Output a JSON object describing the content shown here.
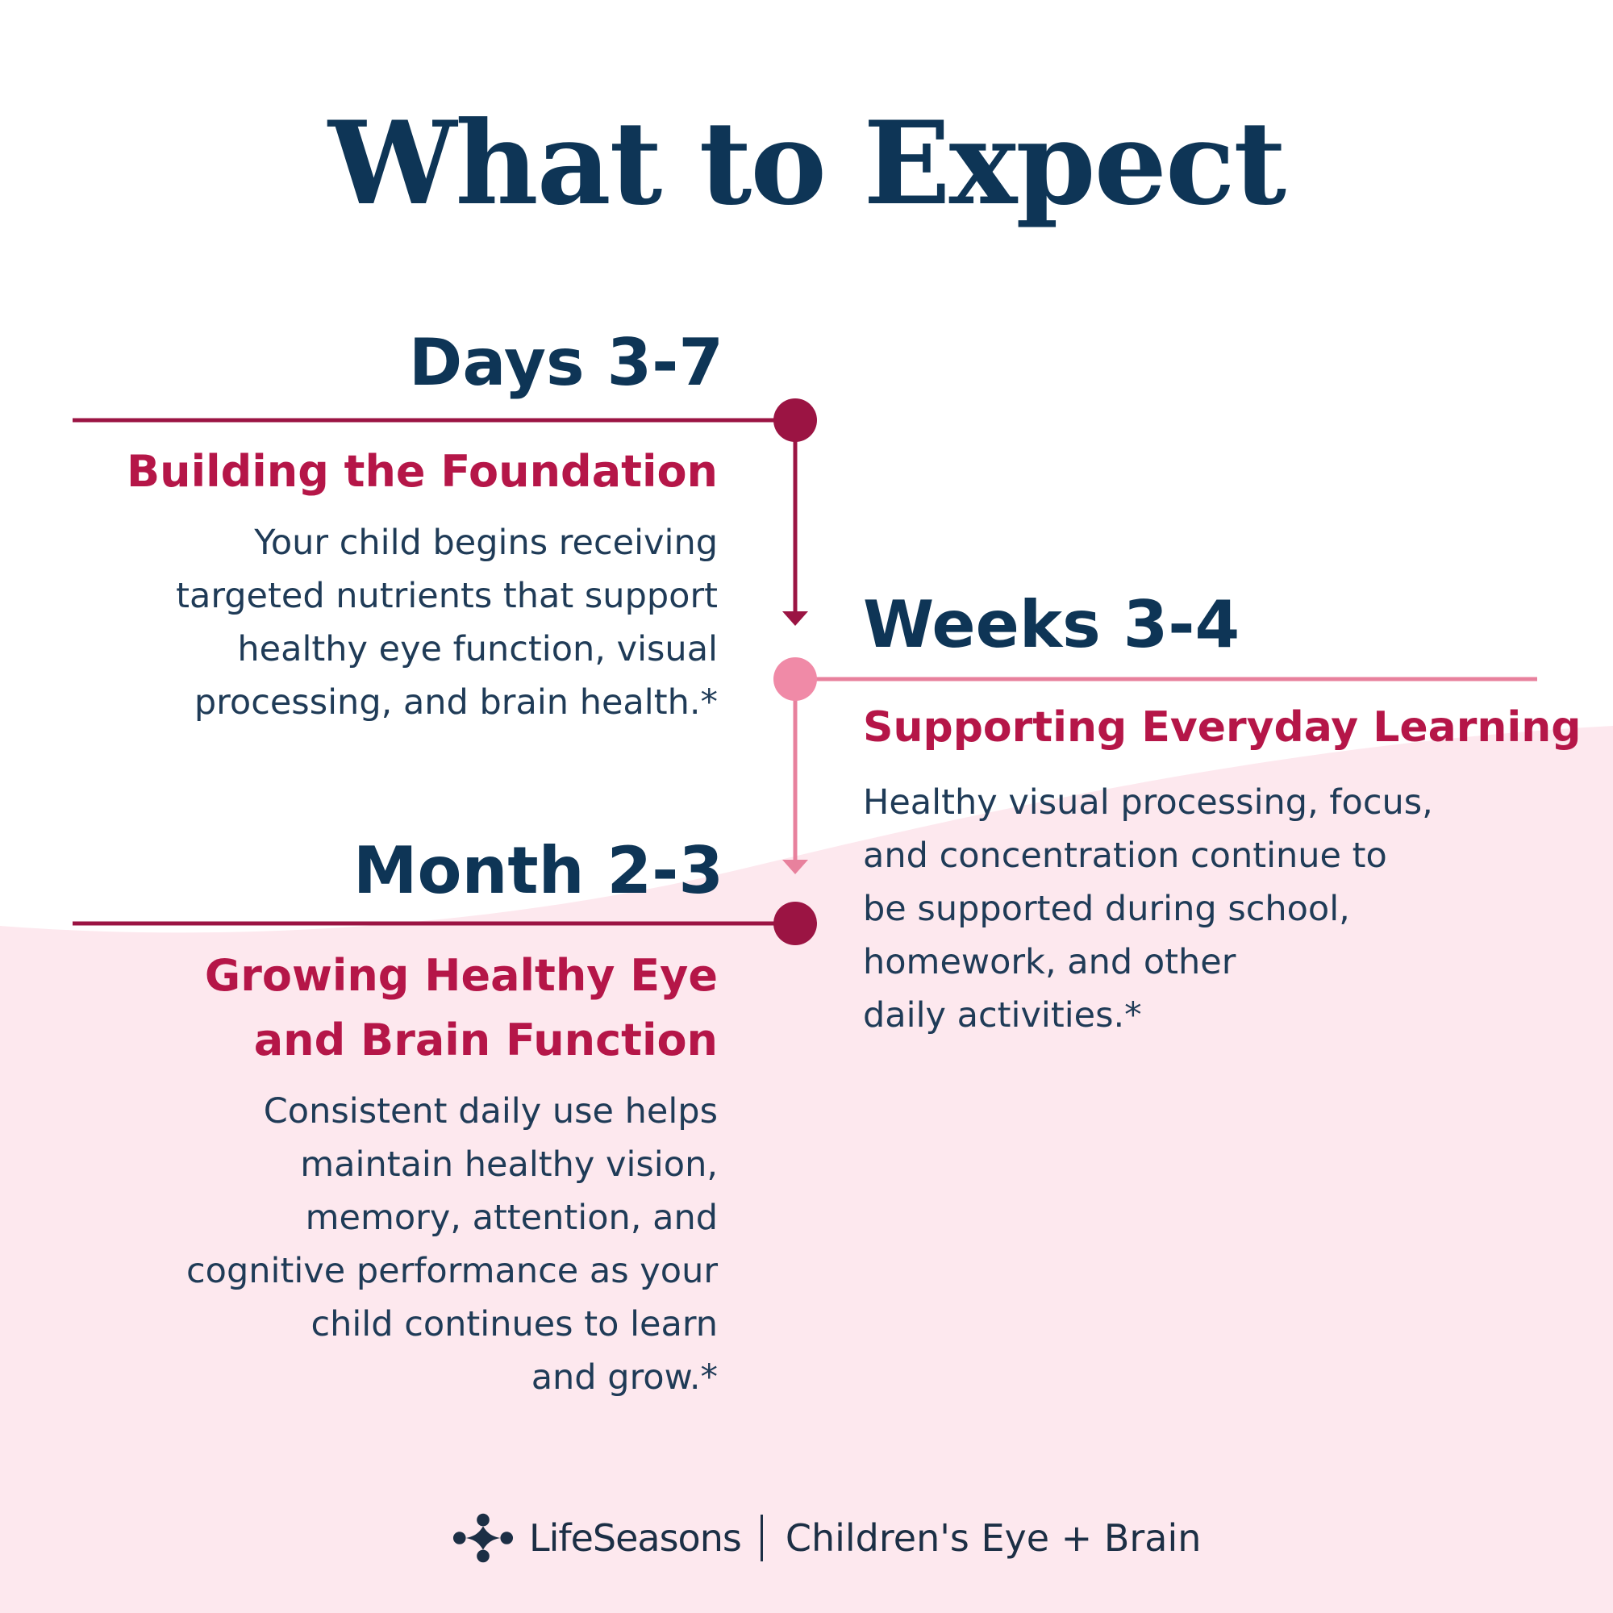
{
  "title": "What to Expect",
  "colors": {
    "navy": "#0e3556",
    "crimson": "#b51648",
    "dark_red": "#9b1443",
    "pink": "#e8819d",
    "pink_background": "#fde8ee",
    "body_text": "#1f3b57"
  },
  "timeline": [
    {
      "period": "Days 3-7",
      "heading": "Building the Foundation",
      "lines": [
        "Your child begins receiving",
        "targeted nutrients that support",
        "healthy eye function, visual",
        "processing, and brain health.*"
      ]
    },
    {
      "period": "Weeks 3-4",
      "heading": "Supporting Everyday Learning",
      "lines": [
        "Healthy visual processing, focus,",
        "and concentration continue to",
        "be supported during school,",
        "homework, and other",
        "daily activities.*"
      ]
    },
    {
      "period": "Month 2-3",
      "heading": "Growing Healthy Eye and Brain Function",
      "heading_lines": [
        "Growing Healthy Eye",
        "and Brain Function"
      ],
      "lines": [
        "Consistent daily use helps",
        "maintain healthy vision,",
        "memory, attention, and",
        "cognitive performance as your",
        "child continues to learn",
        "and grow.*"
      ]
    }
  ],
  "footer": {
    "brand": "LifeSeasons",
    "product": "Children's Eye + Brain",
    "logo_icon": "lifeseasons-logo-icon"
  }
}
